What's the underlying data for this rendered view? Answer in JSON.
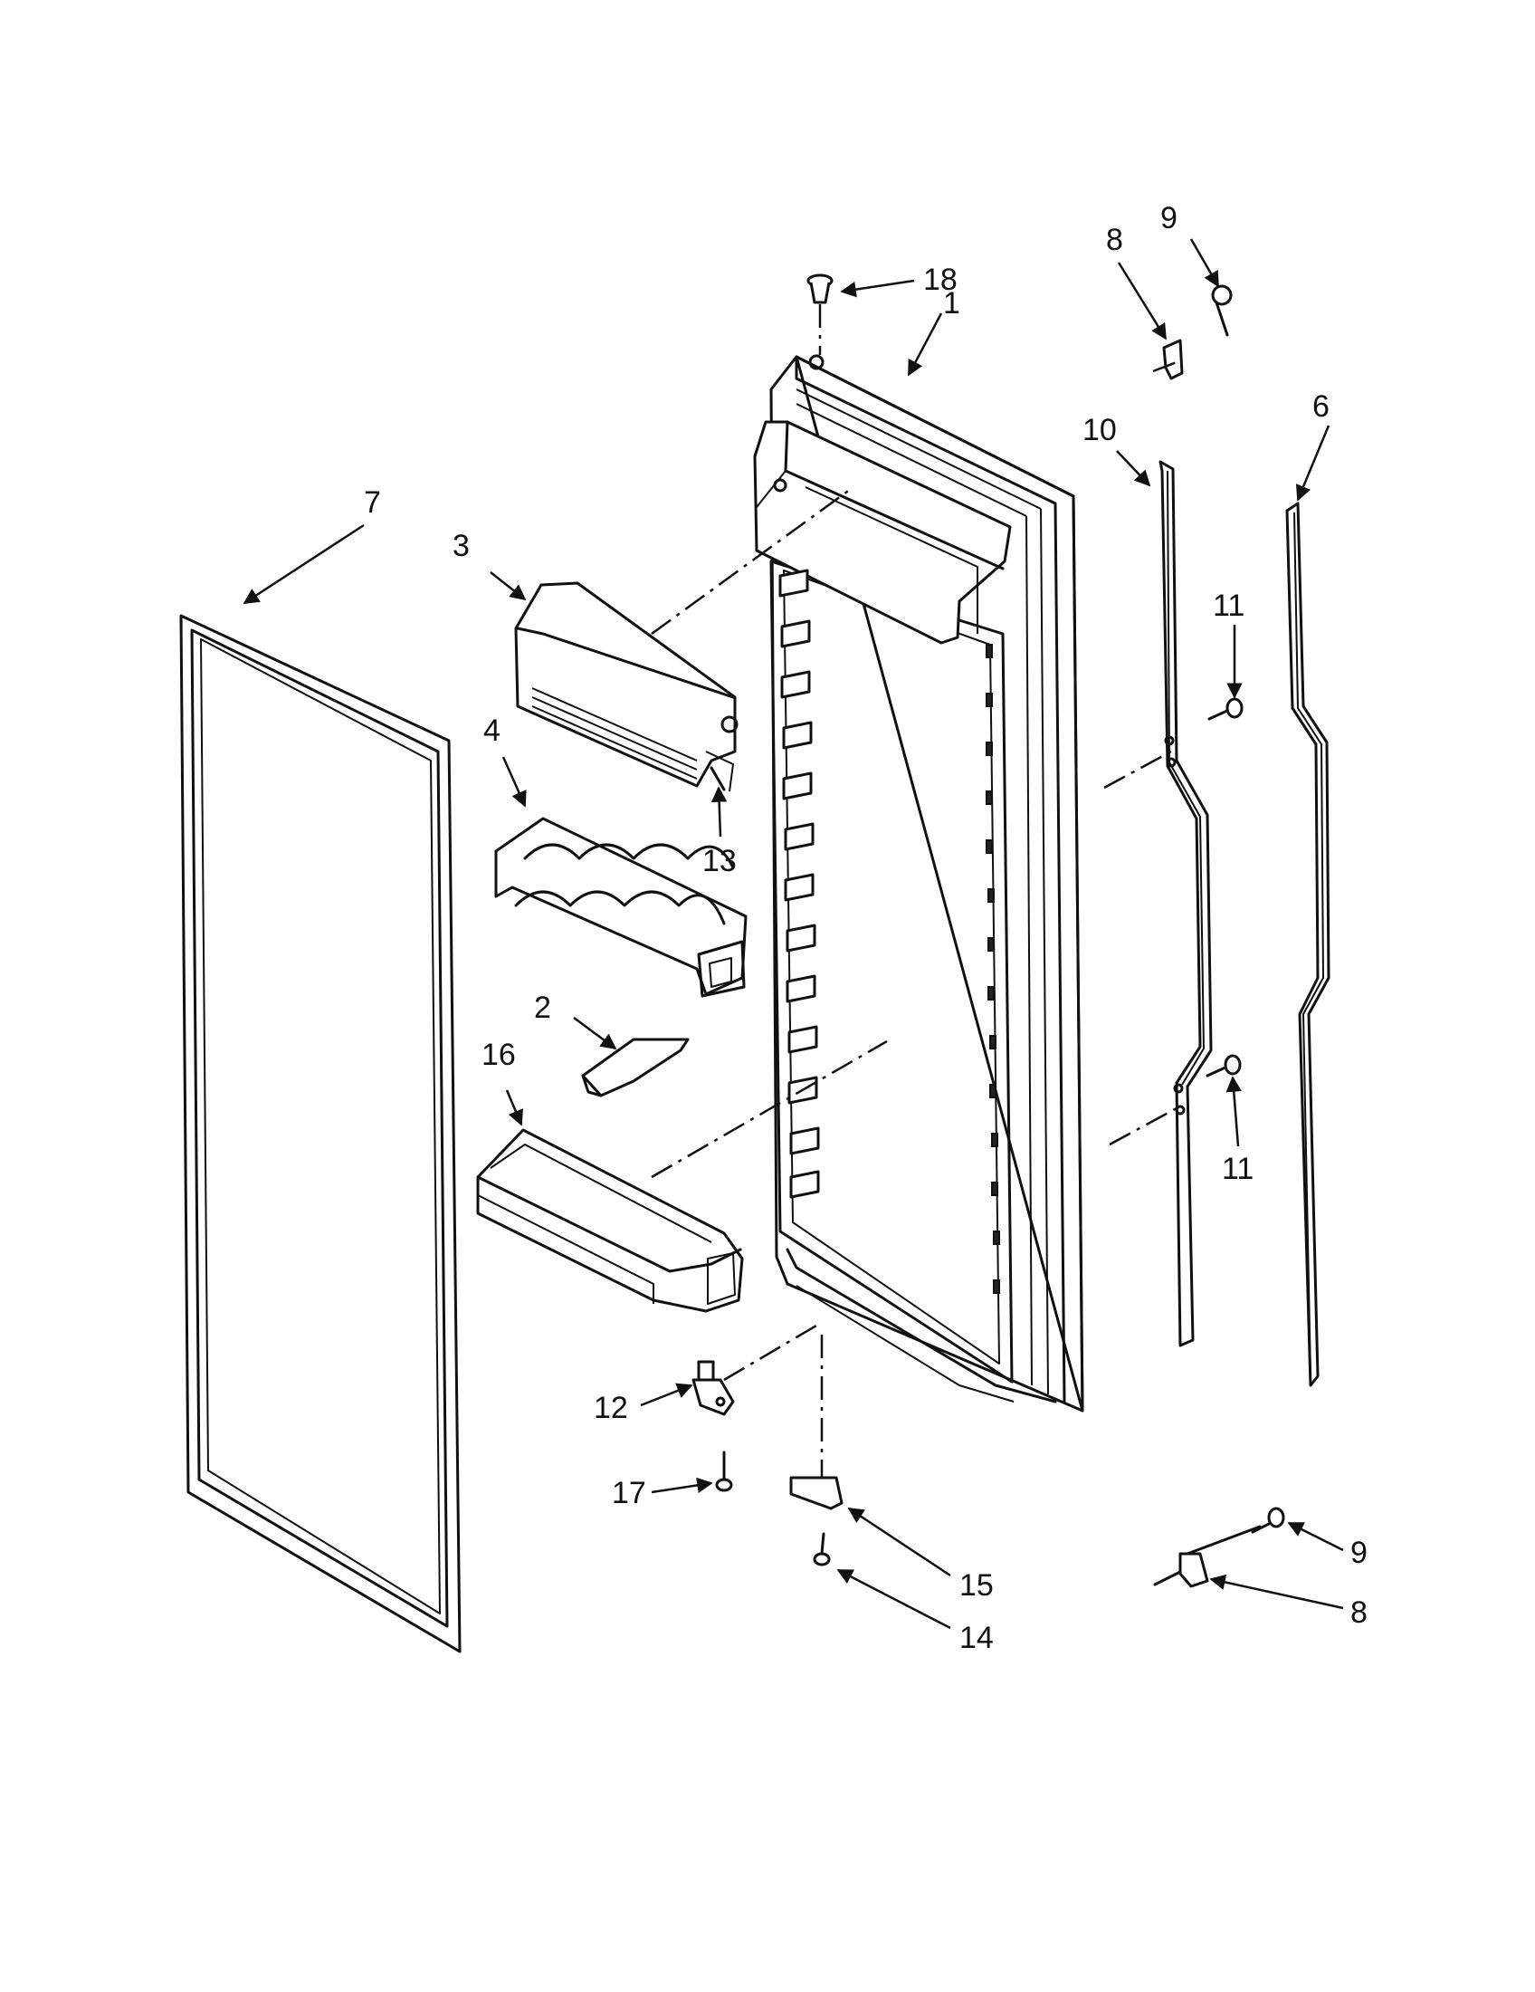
{
  "diagram": {
    "callouts": [
      {
        "id": "c1",
        "label": "1"
      },
      {
        "id": "c2",
        "label": "2"
      },
      {
        "id": "c3",
        "label": "3"
      },
      {
        "id": "c4",
        "label": "4"
      },
      {
        "id": "c6",
        "label": "6"
      },
      {
        "id": "c7",
        "label": "7"
      },
      {
        "id": "c8a",
        "label": "8"
      },
      {
        "id": "c8b",
        "label": "8"
      },
      {
        "id": "c9a",
        "label": "9"
      },
      {
        "id": "c9b",
        "label": "9"
      },
      {
        "id": "c10",
        "label": "10"
      },
      {
        "id": "c11a",
        "label": "11"
      },
      {
        "id": "c11b",
        "label": "11"
      },
      {
        "id": "c12",
        "label": "12"
      },
      {
        "id": "c13",
        "label": "13"
      },
      {
        "id": "c14",
        "label": "14"
      },
      {
        "id": "c15",
        "label": "15"
      },
      {
        "id": "c16",
        "label": "16"
      },
      {
        "id": "c17",
        "label": "17"
      },
      {
        "id": "c18",
        "label": "18"
      }
    ]
  }
}
